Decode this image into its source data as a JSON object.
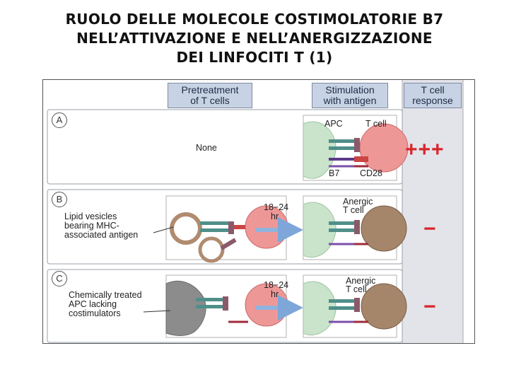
{
  "title": {
    "line1": "RUOLO DELLE MOLECOLE COSTIMOLATORIE B7",
    "line2": "NELL’ATTIVAZIONE E NELL’ANERGIZZAZIONE",
    "line3": "DEI LINFOCITI T (1)"
  },
  "headers": {
    "pretreatment": [
      "Pretreatment",
      "of T cells"
    ],
    "stimulation": [
      "Stimulation",
      "with antigen"
    ],
    "response": [
      "T cell",
      "response"
    ]
  },
  "rows": [
    {
      "letter": "A",
      "pretreatment": "None",
      "labels": {
        "apc": "APC",
        "tcell": "T cell",
        "b7": "B7",
        "cd28": "CD28"
      },
      "response": "+++"
    },
    {
      "letter": "B",
      "pretreatment_lines": [
        "Lipid vesicles",
        "bearing MHC-",
        "associated antigen"
      ],
      "time": [
        "18−24",
        "hr"
      ],
      "result_label": [
        "Anergic",
        "T cell"
      ],
      "response": "−"
    },
    {
      "letter": "C",
      "pretreatment_lines": [
        "Chemically treated",
        "APC lacking",
        "costimulators"
      ],
      "time": [
        "18−24",
        "hr"
      ],
      "result_label": [
        "Anergic",
        "T cell"
      ],
      "response": "−"
    }
  ],
  "colors": {
    "header_fill": "#c7d3e4",
    "response_column": "#e3e3ea",
    "apc_green": "#c9e4cb",
    "tcell_pink": "#ee9797",
    "anergic_brown": "#a5866b",
    "arrow_blue": "#8fb3dd",
    "plus_red": "#d9262c"
  }
}
